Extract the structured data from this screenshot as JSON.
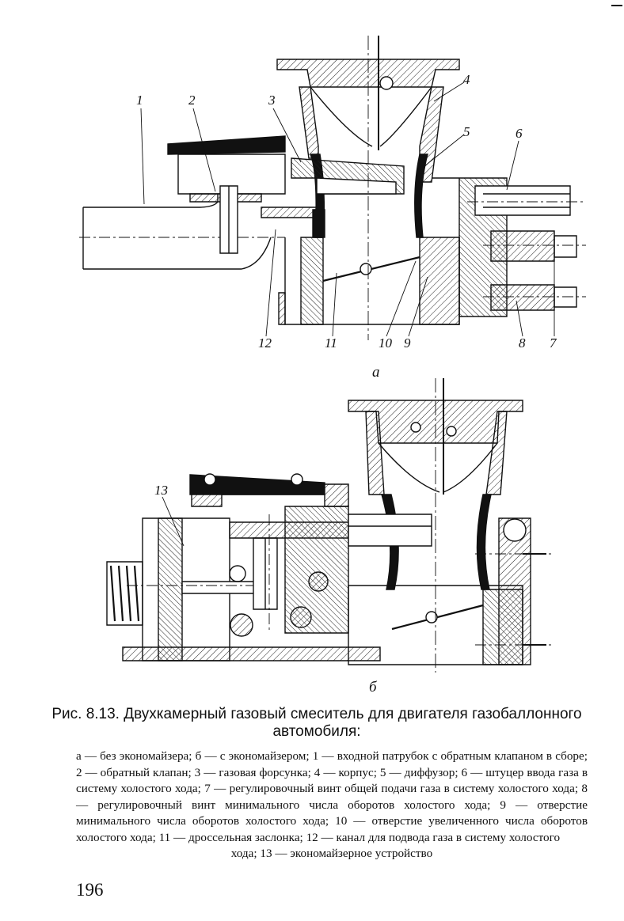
{
  "figure_a": {
    "sub_label": "а",
    "callouts": [
      "1",
      "2",
      "3",
      "4",
      "5",
      "6",
      "12",
      "11",
      "10",
      "9",
      "8",
      "7"
    ]
  },
  "figure_b": {
    "sub_label": "б",
    "callouts": [
      "13"
    ]
  },
  "caption": {
    "title": "Рис. 8.13. Двухкамерный газовый смеситель для двигателя газобаллонного автомобиля:"
  },
  "legend": {
    "text": "а — без экономайзера; б — с экономайзером; 1 — входной патрубок с обратным клапаном в сборе; 2 — обратный клапан; 3 — газовая форсунка; 4 — корпус; 5 — диффузор; 6 — штуцер ввода газа в систему холостого хода; 7 — регулировочный винт общей подачи газа в систему холостого хода; 8 — регулировочный винт минимального числа оборотов холостого хода; 9 — отверстие минимального числа оборотов холостого хода; 10 — отверстие увеличенного числа оборотов холостого хода; 11 — дроссельная заслонка; 12 — канал для подвода газа в систему холостого",
    "last_line": "хода; 13 — экономайзерное устройство"
  },
  "page_number": "196"
}
